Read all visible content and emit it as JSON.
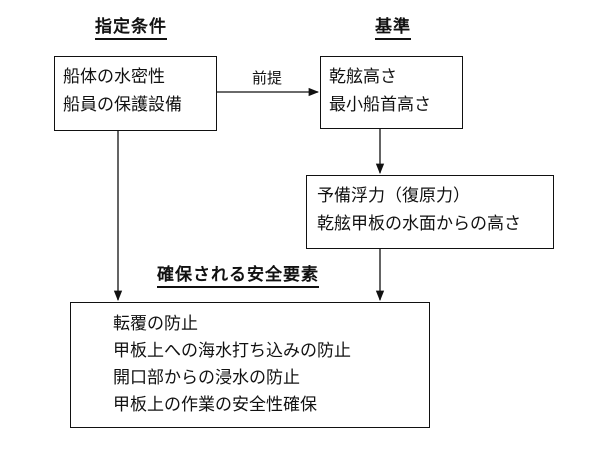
{
  "headings": {
    "conditions": "指定条件",
    "criteria": "基準",
    "safety": "確保される安全要素"
  },
  "boxes": {
    "conditions": [
      "船体の水密性",
      "船員の保護設備"
    ],
    "criteria": [
      "乾舷高さ",
      "最小船首高さ"
    ],
    "buoyancy": [
      "予備浮力（復原力）",
      "乾舷甲板の水面からの高さ"
    ],
    "safety": [
      "転覆の防止",
      "甲板上への海水打ち込みの防止",
      "開口部からの浸水の防止",
      "甲板上の作業の安全性確保"
    ]
  },
  "edges": {
    "premise": "前提"
  }
}
